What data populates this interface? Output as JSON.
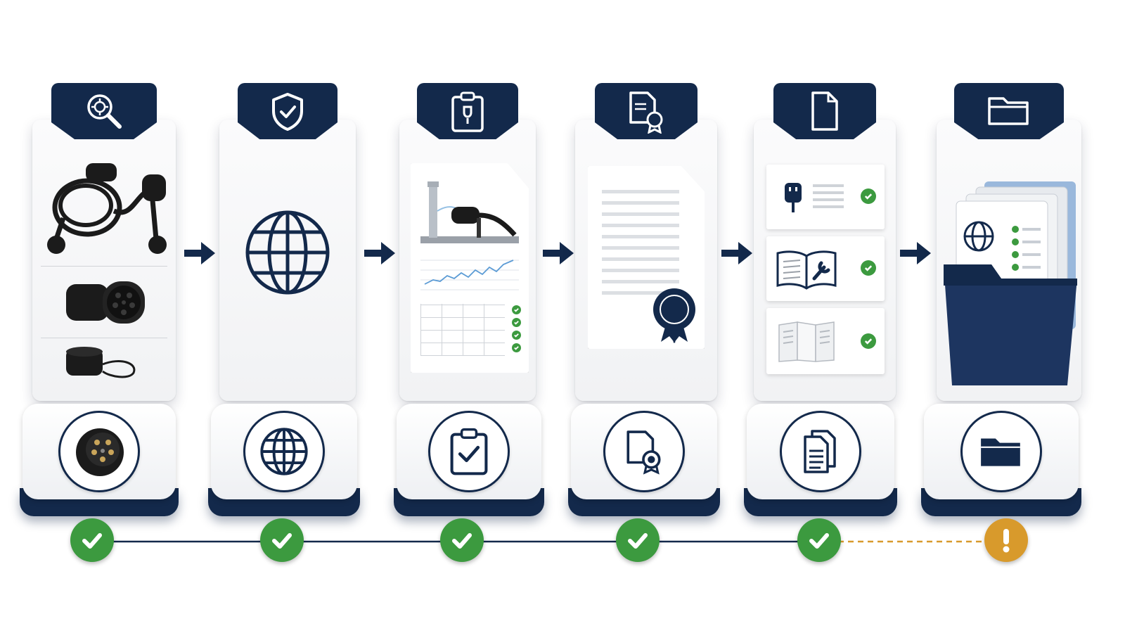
{
  "theme": {
    "navy": "#13294b",
    "ok_green": "#3c9a3f",
    "warn_amber": "#d89a2c"
  },
  "steps": [
    {
      "tab_icon": "magnifier-target-icon",
      "pedestal_icon": "connector-plug-icon",
      "status": "ok"
    },
    {
      "tab_icon": "shield-check-icon",
      "pedestal_icon": "globe-icon",
      "status": "ok"
    },
    {
      "tab_icon": "clipboard-test-icon",
      "pedestal_icon": "clipboard-check-icon",
      "status": "ok"
    },
    {
      "tab_icon": "certificate-document-icon",
      "pedestal_icon": "certificate-document-icon",
      "status": "ok"
    },
    {
      "tab_icon": "document-icon",
      "pedestal_icon": "documents-stack-icon",
      "status": "ok"
    },
    {
      "tab_icon": "folder-icon",
      "pedestal_icon": "folder-icon",
      "status": "warning"
    }
  ],
  "timeline": {
    "completed_steps": 5,
    "total_steps": 6
  }
}
